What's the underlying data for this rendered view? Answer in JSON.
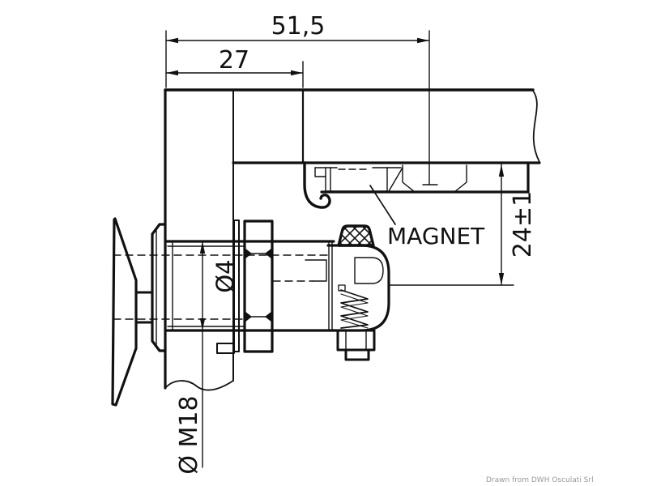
{
  "drawing": {
    "dimension_labels": {
      "overall_depth": "51,5",
      "door_depth": "27",
      "magnet_offset": "24±1",
      "thread_diameter": "Ø M18",
      "pin_diameter": "Ø4"
    },
    "part_labels": {
      "magnet": "MAGNET"
    },
    "credit": "Drawn from DWH Osculati Srl"
  },
  "colors": {
    "line": "#111111",
    "background": "#ffffff",
    "credit_text": "#999999"
  }
}
